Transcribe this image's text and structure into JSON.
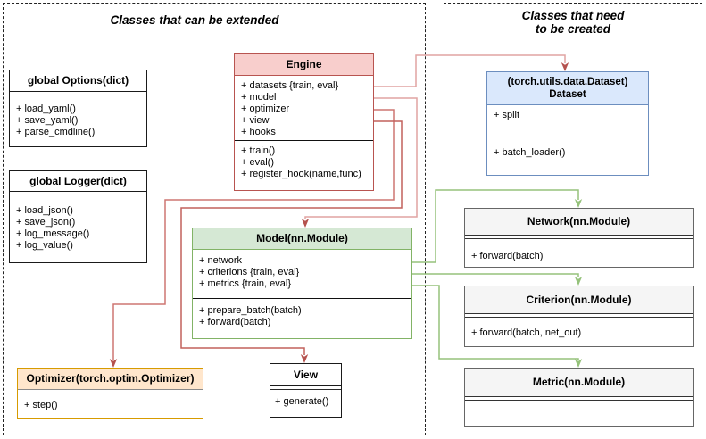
{
  "panels": {
    "left": {
      "title": "Classes that can be extended"
    },
    "right": {
      "title_line1": "Classes that need",
      "title_line2": "to be created"
    }
  },
  "boxes": {
    "options": {
      "title": "global Options(dict)",
      "methods": [
        "+ load_yaml()",
        "+ save_yaml()",
        "+ parse_cmdline()"
      ]
    },
    "logger": {
      "title": "global Logger(dict)",
      "methods": [
        "+ load_json()",
        "+ save_json()",
        "+ log_message()",
        "+ log_value()"
      ]
    },
    "engine": {
      "title": "Engine",
      "attributes": [
        "+ datasets {train, eval}",
        "+ model",
        "+ optimizer",
        "+ view",
        "+ hooks"
      ],
      "methods": [
        "+ train()",
        "+ eval()",
        "+ register_hook(name,func)"
      ]
    },
    "model": {
      "title": "Model(nn.Module)",
      "attributes": [
        "+ network",
        "+ criterions {train, eval}",
        "+ metrics {train, eval}"
      ],
      "methods": [
        "+ prepare_batch(batch)",
        "+ forward(batch)"
      ]
    },
    "optimizer": {
      "title": "Optimizer(torch.optim.Optimizer)",
      "methods": [
        "+ step()"
      ]
    },
    "view": {
      "title": "View",
      "methods": [
        "+ generate()"
      ]
    },
    "dataset": {
      "title_line1": "(torch.utils.data.Dataset)",
      "title_line2": "Dataset",
      "attributes": [
        "+ split"
      ],
      "methods": [
        "+ batch_loader()"
      ]
    },
    "network": {
      "title": "Network(nn.Module)",
      "methods": [
        "+ forward(batch)"
      ]
    },
    "criterion": {
      "title": "Criterion(nn.Module)",
      "methods": [
        "+ forward(batch, net_out)"
      ]
    },
    "metric": {
      "title": "Metric(nn.Module)",
      "methods": []
    }
  },
  "colors": {
    "engine_fill": "#f8cecc",
    "engine_border": "#b85450",
    "model_fill": "#d5e8d4",
    "model_border": "#82b366",
    "optimizer_fill": "#ffe6cc",
    "optimizer_border": "#d79b00",
    "dataset_fill": "#dae8fc",
    "dataset_border": "#6c8ebf",
    "gray_header_fill": "#f5f5f5",
    "gray_border": "#666666",
    "red_line": "#e0a4a2",
    "red_line_mid": "#cd7672",
    "red_line_dark": "#c2605c",
    "red_arrow": "#b5524e",
    "green_line": "#95c27b"
  }
}
